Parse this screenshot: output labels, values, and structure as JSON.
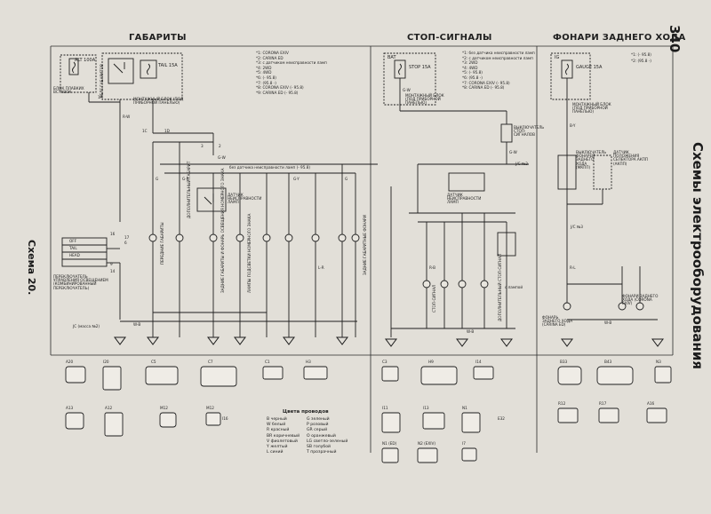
{
  "page_number": "340",
  "side_title": "Схемы электрооборудования",
  "scheme_label": "Схема 20.",
  "sections": {
    "gabarity": "ГАБАРИТЫ",
    "stop": "СТОП-СИГНАЛЫ",
    "reverse": "ФОНАРИ ЗАДНЕГО ХОДА"
  },
  "gabarity": {
    "fuse_alt": "ALT 100A",
    "fuse_tail": "TAIL 15A",
    "fuse_block": "БЛОК ПЛАВКИХ ВСТАВОК",
    "relay_label": "РЕЛЕ ГАБАРИТОВ",
    "mount_block": "МОНТАЖНЫЙ БЛОК (ПОД ПРИБОРНОЙ ПАНЕЛЬЮ)",
    "notes": [
      "*1: CORONA EXIV",
      "*2: CARINA ED",
      "*3: с датчиком неисправности ламп",
      "*4: 2WD",
      "*5: 4WD",
      "*6: (- 95.8)",
      "*7: (95.8 -)",
      "*8: CORONA EXIV (- 95.8)",
      "*9: CARINA ED (- 95.8)"
    ],
    "sensor": "ДАТЧИК НЕИСПРАВНОСТИ ЛАМП",
    "no_sensor": "без датчика неисправности ламп (- 95.8)",
    "switch": "ПЕРЕКЛЮЧАТЕЛЬ УПРАВЛЕНИЯ ОСВЕЩЕНИЕМ (КОМБИНИРОВАННЫЙ ПЕРЕКЛЮЧАТЕЛЬ)",
    "switch_states": [
      "OFF",
      "TAIL",
      "HEAD"
    ],
    "jc": "JC (масса №2)",
    "lamp_front": "ПЕРЕДНИЕ ГАБАРИТЫ",
    "lamp_extra": "ДОПОЛНИТЕЛЬНЫЙ ГАБАРИТ",
    "lamp_rear": "ЗАДНИЕ ГАБАРИТЫ И ФОНАРЬ ОСВЕЩЕНИЯ НОМЕРНОГО ЗНАКА",
    "lamp_plate": "ЛАМПЫ ПОДСВЕТКИ НОМЕРНОГО ЗНАКА",
    "lamp_right": "ЗАДНИЕ ГАБАРИТНЫЕ ФОНАРИ",
    "wire_labels": [
      "R-W",
      "G",
      "G-R",
      "W-B",
      "G-W",
      "G-Y",
      "G",
      "L-R"
    ],
    "pin_labels": [
      "1A",
      "1C",
      "1D",
      "3",
      "2",
      "16",
      "9",
      "14",
      "17",
      "6"
    ]
  },
  "stop": {
    "fuse_bat": "BAT",
    "fuse_stop": "STOP 15A",
    "notes": [
      "*1: без датчика неисправности ламп",
      "*2: с датчиком неисправности ламп",
      "*3: 2WD",
      "*4: 4WD",
      "*5: (- 95.8)",
      "*6: (95.8 -)",
      "*7: CORONA EXIV (- 95.8)",
      "*8: CARINA ED (- 95.8)"
    ],
    "mount_block": "МОНТАЖНЫЙ БЛОК (ПОД ПРИБОРНОЙ ПАНЕЛЬЮ)",
    "switch": "ВЫКЛЮЧАТЕЛЬ СТОП-СИГНАЛОВ",
    "sensor": "ДАТЧИК НЕИСПРАВНОСТИ ЛАМП",
    "jc": "J/C №2",
    "lamp_stop": "СТОП-СИГНАЛ",
    "lamp_high": "ДОПОЛНИТЕЛЬНЫЙ СТОП-СИГНАЛ",
    "spoiler": "с лампой",
    "wire_labels": [
      "G-W",
      "G-W",
      "R-B",
      "W-B"
    ]
  },
  "reverse": {
    "fuse_ig": "IG",
    "fuse_gauge": "GAUGE 15A",
    "notes": [
      "*1: (- 95.8)",
      "*2: (95.8 -)"
    ],
    "mount_block": "МОНТАЖНЫЙ БЛОК (ПОД ПРИБОРНОЙ ПАНЕЛЬЮ)",
    "switch_mt": "ВЫКЛЮЧАТЕЛЬ ФОНАРЕЙ ЗАДНЕГО ХОДА (МКПП)",
    "switch_at": "ДАТЧИК ПОЛОЖЕНИЯ СЕЛЕКТОРА АКПП (АКПП)",
    "lamp_left": "ФОНАРЬ ЗАДНЕГО ХОДА (CARINA ED)",
    "lamp_right": "ФОНАРИ ЗАДНЕГО ХОДА (CORONA EXIV)",
    "jc": "J/C №3",
    "wire_labels": [
      "B-Y",
      "R-L",
      "W-B"
    ]
  },
  "connectors": {
    "row1": [
      "A20",
      "I20",
      "C5",
      "C7",
      "C1",
      "H3",
      "C3",
      "H9",
      "I14",
      "B33",
      "B43",
      "N3"
    ],
    "row2": [
      "A13",
      "A12",
      "M12",
      "M12",
      "I16",
      "I11",
      "I13",
      "N1",
      "R12",
      "R17",
      "A16",
      "E32"
    ],
    "row3": [
      "N1 (ED)",
      "N2 (EXIV)",
      "I7"
    ]
  },
  "legend": {
    "title": "Цвета проводов",
    "col1": [
      "B черный",
      "W белый",
      "R красный",
      "BR коричневый",
      "V фиолетовый",
      "Y желтый",
      "L синий"
    ],
    "col2": [
      "G зеленый",
      "P розовый",
      "GR серый",
      "O оранжевый",
      "LG светло-зеленый",
      "SB голубой",
      "T прозрачный"
    ]
  }
}
